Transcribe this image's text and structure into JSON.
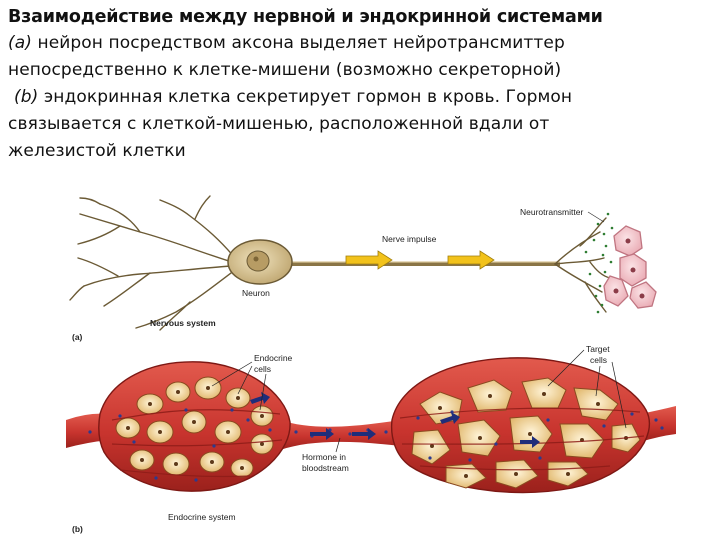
{
  "heading": {
    "title": "Взаимодействие между нервной и эндокринной системами",
    "a_tag": "(a)",
    "a_line1": " нейрон посредством аксона выделяет нейротрансмиттер",
    "a_line2": "непосредственно к клетке-мишени (возможно секреторной)",
    "b_tag": "(b)",
    "b_line1": " эндокринная клетка секретирует гормон в кровь. Гормон",
    "b_line2": "связывается с клеткой-мишенью, расположенной вдали от",
    "b_line3": "железистой клетки"
  },
  "diagram": {
    "panel_a": {
      "label": "(a)",
      "neuron_label": "Neuron",
      "impulse_label": "Nerve impulse",
      "neurotransmitter_label": "Neurotransmitter",
      "system_label": "Nervous system"
    },
    "panel_b": {
      "label": "(b)",
      "endocrine_cells_line1": "Endocrine",
      "endocrine_cells_line2": "cells",
      "target_cells_line1": "Target",
      "target_cells_line2": "cells",
      "hormone_line1": "Hormone in",
      "hormone_line2": "bloodstream",
      "system_label": "Endocrine system"
    },
    "colors": {
      "neuron": "#c9b48a",
      "neuron_outline": "#6b5a35",
      "arrow": "#f2c21b",
      "target_cell": "#f2c6cc",
      "vessel": "#c8342e",
      "vessel_dark": "#8e1c18",
      "gland_cell": "#e9c98a",
      "hormone_dot": "#2b3a8f",
      "neurotransmitter_dot": "#2e7d32"
    }
  }
}
